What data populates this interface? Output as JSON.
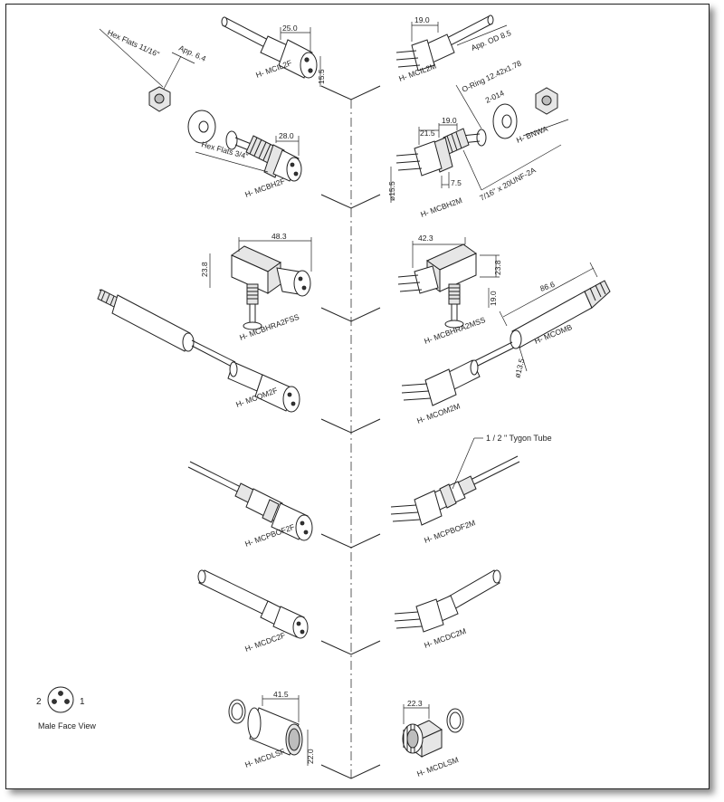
{
  "parts": {
    "mcil2f": "H- MCIL2F",
    "mcil2m": "H- MCIL2M",
    "mcbh2f": "H- MCBH2F",
    "mcbh2m": "H- MCBH2M",
    "bnwa": "H- BNWA",
    "mcbhra2fss": "H- MCBHRA2FSS",
    "mcbhra2mss": "H- MCBHRA2MSS",
    "mcom2f": "H- MCOM2F",
    "mcom2m": "H- MCOM2M",
    "mcomb": "H- MCOMB",
    "mcpbof2f": "H- MCPBOF2F",
    "mcpbof2m": "H- MCPBOF2M",
    "mcdc2f": "H- MCDC2F",
    "mcdc2m": "H- MCDC2M",
    "mcdlsf": "H- MCDLSF",
    "mcdlsm": "H- MCDLSM"
  },
  "dims": {
    "d25": "25.0",
    "d15a": "15.5",
    "d19a": "19.0",
    "d28": "28.0",
    "d215": "21.5",
    "d19b": "19.0",
    "d155": "ø15.5",
    "d75": "7.5",
    "d483": "48.3",
    "d238a": "23.8",
    "d423": "42.3",
    "d238b": "23.8",
    "d190": "19.0",
    "d866": "86.6",
    "d135": "ø13.5",
    "d415": "41.5",
    "d220": "22.0",
    "d223": "22.3"
  },
  "notes": {
    "hex1": "Hex Flats 11/16\"",
    "app64": "App. 6.4",
    "appod": "App. OD 8.5",
    "oring": "O-Ring 12.42x1.78",
    "oring2": "2-014",
    "hex2": "Hex Flats 3/4\"",
    "thread": "7/16\" x 20UNF-2A",
    "tygon": "1 / 2 \" Tygon Tube",
    "face": "Male Face View",
    "pin2": "2",
    "pin1": "1"
  }
}
